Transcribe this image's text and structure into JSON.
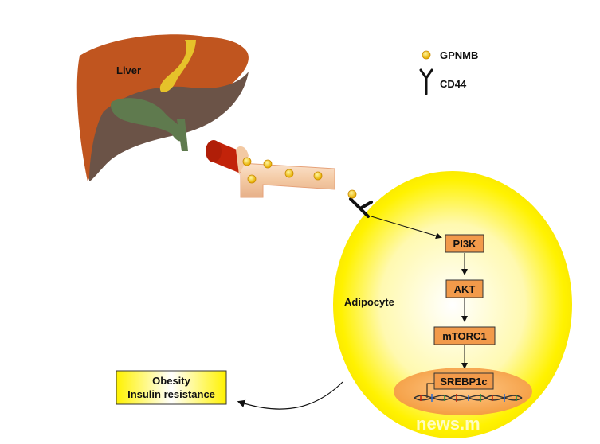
{
  "labels": {
    "liver": "Liver",
    "adipocyte": "Adipocyte"
  },
  "legend": {
    "gpnmb": "GPNMB",
    "cd44": "CD44"
  },
  "pathway": [
    "PI3K",
    "AKT",
    "mTORC1",
    "SREBP1c"
  ],
  "outcome": {
    "line1": "Obesity",
    "line2": "Insulin resistance"
  },
  "watermark": "news.m",
  "colors": {
    "liver_main": "#c0551f",
    "liver_dark": "#6b5347",
    "gallbladder": "#5f7a4e",
    "ligament": "#e6c22a",
    "vessel_red": "#c2230a",
    "vessel_pink": "#f2c9a6",
    "gpnmb_dot": "#f2c41a",
    "cell_yellow": "#fff200",
    "box_orange": "#f29a4a",
    "nucleus": "#f5a64a",
    "outcome_fill": "#fff200"
  }
}
